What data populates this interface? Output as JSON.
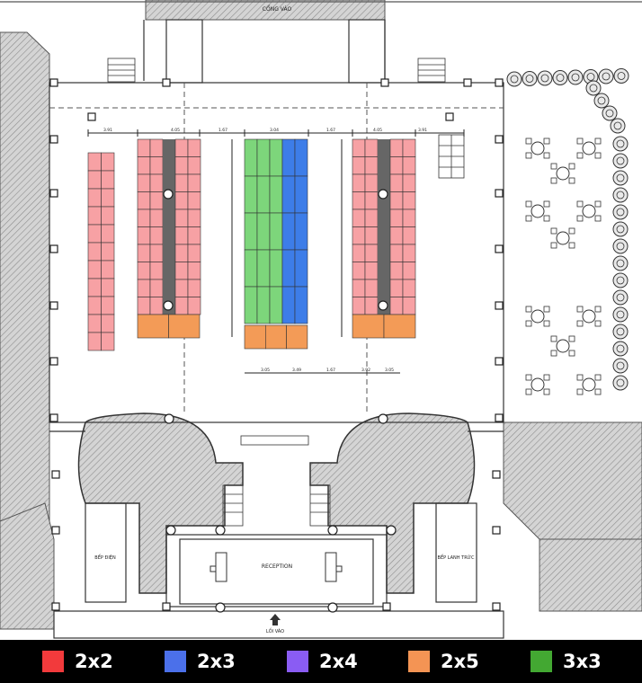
{
  "plan": {
    "top_label": "CỔNG VÀO",
    "reception_label": "RECEPTION",
    "left_room_label": "BẾP ĐIỆN",
    "right_room_label": "BẾP LANH TRỨC",
    "entrance_label": "LỐI VÀO",
    "dimensions": {
      "top": [
        "3.91",
        "4.05",
        "1.67",
        "3.04",
        "1.67",
        "4.05",
        "3.91"
      ],
      "bottom": [
        "3.05",
        "3.49",
        "1.67",
        "3.92",
        "3.05"
      ]
    },
    "colors": {
      "booth_2x2": "#f7a1a4",
      "booth_2x3": "#3d7de8",
      "booth_2x5": "#f39b57",
      "booth_3x3": "#7dd67b",
      "aisle": "#666666",
      "hatch": "#9a9a9a"
    }
  },
  "legend": {
    "items": [
      {
        "label": "2x2",
        "color": "#f23a3c"
      },
      {
        "label": "2x3",
        "color": "#4b70ea"
      },
      {
        "label": "2x4",
        "color": "#8a5cf3"
      },
      {
        "label": "2x5",
        "color": "#f49454"
      },
      {
        "label": "3x3",
        "color": "#43a832"
      }
    ]
  }
}
